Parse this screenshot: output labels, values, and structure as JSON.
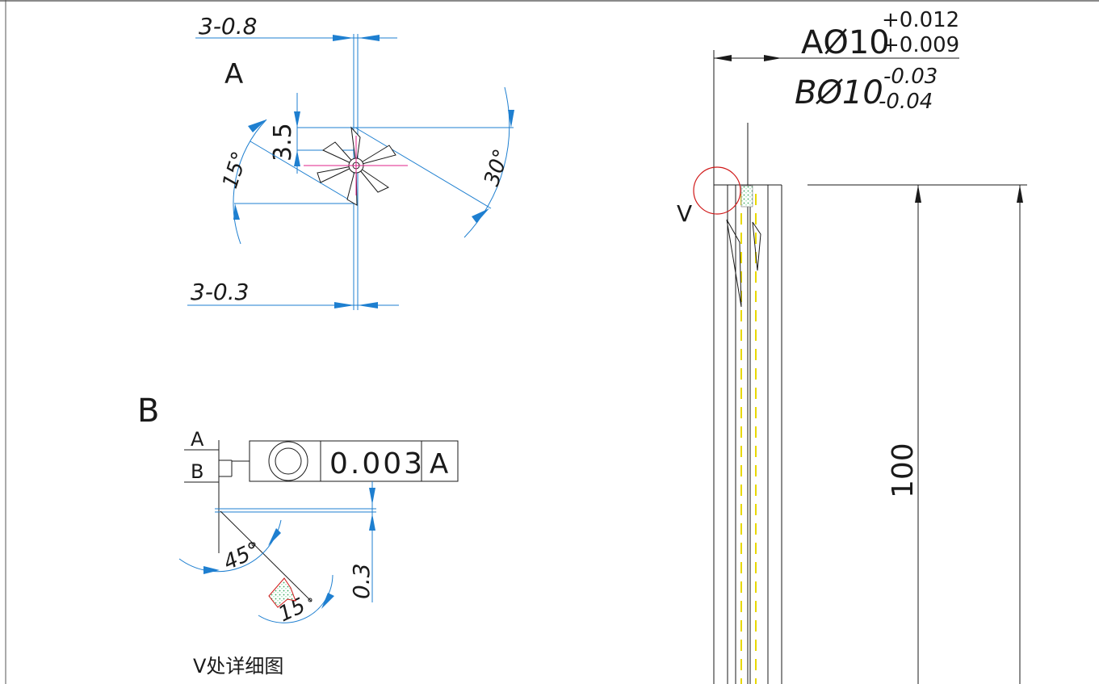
{
  "drawing": {
    "colors": {
      "background": "#ffffff",
      "line": "#1a1a1a",
      "dimension": "#1e7fd0",
      "center_line": "#e0208a",
      "detail_circle": "#d01818",
      "highlight": "#e8d800",
      "weld_fill": "#7fd9a0"
    },
    "view_a": {
      "label": "A",
      "dim_top": "3-0.8",
      "dim_bottom": "3-0.3",
      "dim_height": "3.5",
      "angle_left": "15°",
      "angle_right": "30°"
    },
    "view_b": {
      "label": "B",
      "datum_a": "A",
      "datum_b": "B",
      "frame_symbol": "concentricity-icon",
      "frame_value": "0.003",
      "frame_datum": "A",
      "angle_1": "45°",
      "angle_2": "15",
      "dim_vertical": "0.3",
      "caption": "V处详细图"
    },
    "tool_view": {
      "tol_a_label": "AØ10",
      "tol_a_upper": "+0.012",
      "tol_a_lower": "+0.009",
      "tol_b_label": "BØ10",
      "tol_b_upper": "-0.03",
      "tol_b_lower": "-0.04",
      "detail_marker": "V",
      "length": "100"
    }
  }
}
